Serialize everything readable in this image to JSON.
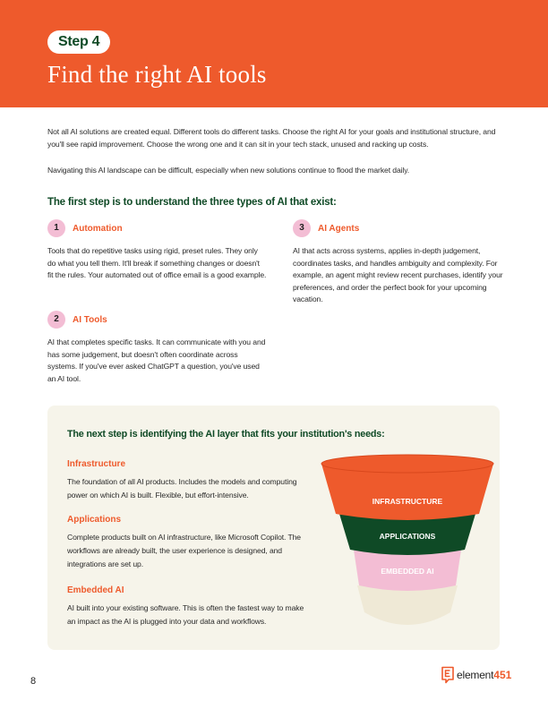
{
  "header": {
    "step_label": "Step 4",
    "title": "Find the right AI tools"
  },
  "intro": {
    "paragraph1": "Not all AI solutions are created equal. Different tools do different tasks. Choose the right AI for your goals and institutional structure, and you'll see rapid improvement. Choose the wrong one and it can sit in your tech stack, unused and racking up costs.",
    "paragraph2": "Navigating this AI landscape can be difficult, especially when new solutions continue to flood the market daily."
  },
  "types": {
    "heading": "The first step is to understand the three types of AI that exist:",
    "items": [
      {
        "number": "1",
        "label": "Automation",
        "description": "Tools that do repetitive tasks using rigid, preset rules. They only do what you tell them. It'll break if something changes or doesn't fit the rules. Your automated out of office email is a good example."
      },
      {
        "number": "2",
        "label": "AI Tools",
        "description": "AI that completes specific tasks. It can communicate with you and has some judgement, but doesn't often coordinate across systems. If you've ever asked ChatGPT a question, you've used an AI tool."
      },
      {
        "number": "3",
        "label": "AI Agents",
        "description": "AI that acts across systems, applies in-depth judgement, coordinates tasks, and handles ambiguity and complexity. For example, an agent might review recent purchases, identify your preferences, and order the perfect book for your upcoming vacation."
      }
    ]
  },
  "layers": {
    "heading": "The next step is identifying the AI layer that fits your institution's needs:",
    "items": [
      {
        "label": "Infrastructure",
        "description": "The foundation of all AI products. Includes the models and computing power on which AI is built. Flexible, but effort-intensive."
      },
      {
        "label": "Applications",
        "description": "Complete products built on AI infrastructure, like Microsoft Copilot. The workflows are already built, the user experience is designed, and integrations are set up."
      },
      {
        "label": "Embedded AI",
        "description": "AI built into your existing software. This is often the fastest way to make an impact as the AI is plugged into your data and workflows."
      }
    ],
    "funnel": {
      "level1": "INFRASTRUCTURE",
      "level2": "APPLICATIONS",
      "level3": "EMBEDDED AI",
      "colors": {
        "infrastructure": "#ee5a2c",
        "applications": "#0f4a26",
        "embedded": "#f3bdd4",
        "base": "#efe9d6"
      }
    }
  },
  "footer": {
    "page_number": "8",
    "brand_name": "element",
    "brand_number": "451",
    "brand_icon": "element451-logo-icon"
  },
  "colors": {
    "accent": "#ee5a2c",
    "heading_green": "#0f4a26",
    "badge_pink": "#f3bdd4",
    "panel_bg": "#f6f4ea"
  }
}
